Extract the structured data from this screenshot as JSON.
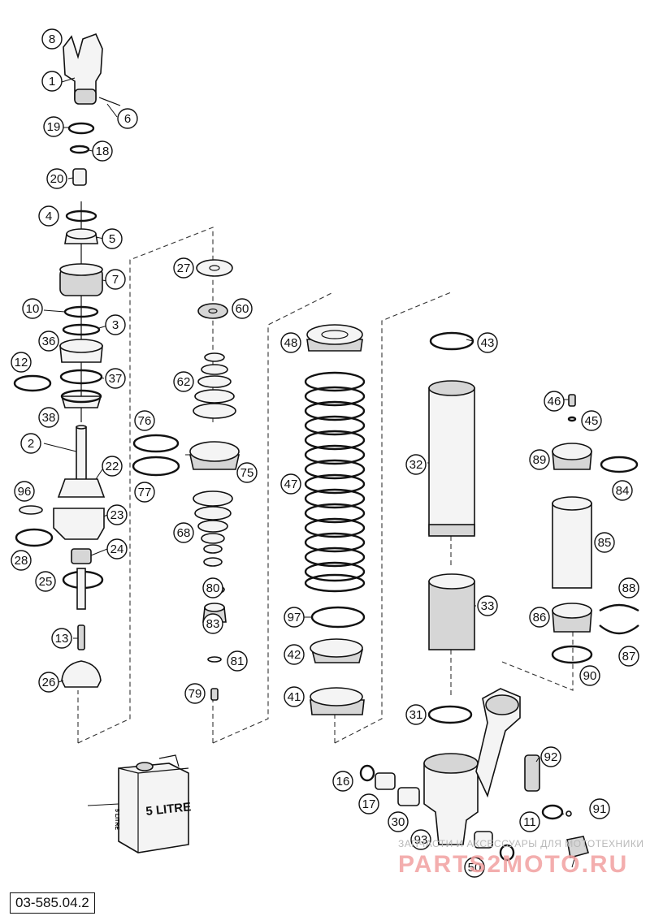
{
  "document_number": "03-585.04.2",
  "watermark": {
    "tagline": "ЗАПЧАСТИ И АКСЕССУАРЫ ДЛЯ МОТОТЕХНИКИ",
    "logo": "PARTS2MOTO.RU"
  },
  "oil_can_label": "5 LITRE",
  "callouts": [
    "8",
    "1",
    "6",
    "19",
    "18",
    "20",
    "4",
    "5",
    "7",
    "10",
    "3",
    "36",
    "12",
    "37",
    "38",
    "2",
    "22",
    "96",
    "23",
    "28",
    "24",
    "25",
    "13",
    "26",
    "27",
    "60",
    "62",
    "76",
    "77",
    "75",
    "68",
    "80",
    "83",
    "81",
    "79",
    "48",
    "47",
    "97",
    "42",
    "41",
    "43",
    "32",
    "33",
    "31",
    "46",
    "45",
    "89",
    "84",
    "85",
    "88",
    "86",
    "87",
    "90",
    "92",
    "91",
    "11",
    "16",
    "17",
    "30",
    "93",
    "50"
  ]
}
